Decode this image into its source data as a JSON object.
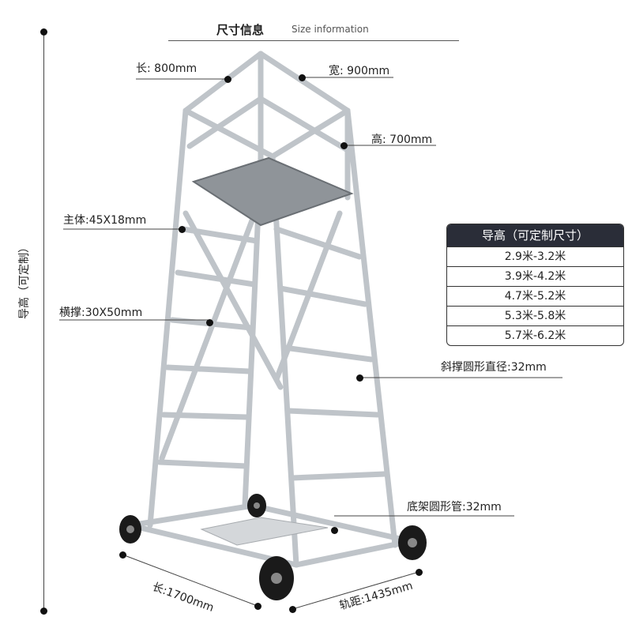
{
  "header": {
    "title_cn": "尺寸信息",
    "title_en": "Size information"
  },
  "vertical_label": "导高（可定制）",
  "labels": {
    "top_length": "长: 800mm",
    "top_width": "宽: 900mm",
    "top_height": "高: 700mm",
    "main_body": "主体:45X18mm",
    "cross_brace": "横撑:30X50mm",
    "diagonal_brace": "斜撑圆形直径:32mm",
    "base_tube": "底架圆形管:32mm",
    "base_length": "长:1700mm",
    "track_gauge": "轨距:1435mm"
  },
  "spec_table": {
    "header": "导高（可定制尺寸）",
    "rows": [
      "2.9米-3.2米",
      "3.9米-4.2米",
      "4.7米-5.2米",
      "5.3米-5.8米",
      "5.7米-6.2米"
    ]
  },
  "colors": {
    "table_header": "#2a2d38",
    "frame": "#c9cdd1",
    "wheel": "#1a1a1a"
  }
}
